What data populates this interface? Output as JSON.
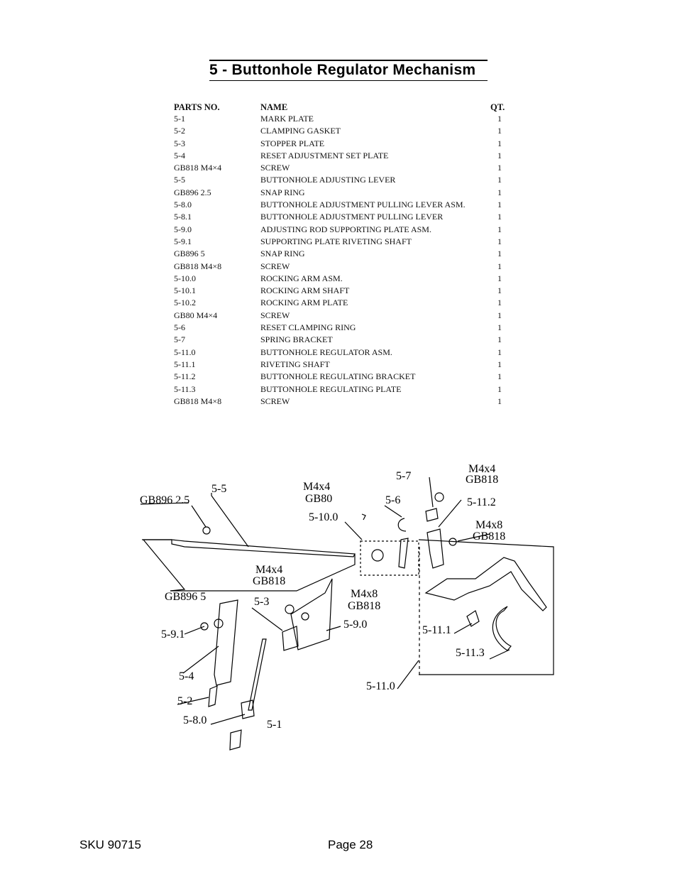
{
  "title": "5 - Buttonhole Regulator Mechanism",
  "table": {
    "headers": {
      "parts_no": "PARTS NO.",
      "name": "NAME",
      "qty": "QT."
    },
    "rows": [
      {
        "part": "5-1",
        "name": "MARK PLATE",
        "qty": "1"
      },
      {
        "part": "5-2",
        "name": "CLAMPING GASKET",
        "qty": "1"
      },
      {
        "part": "5-3",
        "name": "STOPPER PLATE",
        "qty": "1"
      },
      {
        "part": "5-4",
        "name": "RESET ADJUSTMENT SET PLATE",
        "qty": "1"
      },
      {
        "part": "GB818 M4×4",
        "name": "SCREW",
        "qty": "1"
      },
      {
        "part": "5-5",
        "name": "BUTTONHOLE ADJUSTING LEVER",
        "qty": "1"
      },
      {
        "part": "GB896  2.5",
        "name": "SNAP RING",
        "qty": "1"
      },
      {
        "part": "5-8.0",
        "name": "BUTTONHOLE ADJUSTMENT PULLING LEVER ASM.",
        "qty": "1"
      },
      {
        "part": "5-8.1",
        "name": "BUTTONHOLE ADJUSTMENT PULLING LEVER",
        "qty": "1"
      },
      {
        "part": "5-9.0",
        "name": "ADJUSTING ROD SUPPORTING PLATE ASM.",
        "qty": "1"
      },
      {
        "part": "5-9.1",
        "name": "SUPPORTING PLATE RIVETING SHAFT",
        "qty": "1"
      },
      {
        "part": "GB896  5",
        "name": "SNAP RING",
        "qty": "1"
      },
      {
        "part": "GB818 M4×8",
        "name": "SCREW",
        "qty": "1"
      },
      {
        "part": "5-10.0",
        "name": "ROCKING  ARM ASM.",
        "qty": "1"
      },
      {
        "part": "5-10.1",
        "name": "ROCKING ARM   SHAFT",
        "qty": "1"
      },
      {
        "part": "5-10.2",
        "name": "ROCKING ARM PLATE",
        "qty": "1"
      },
      {
        "part": "GB80 M4×4",
        "name": "SCREW",
        "qty": "1"
      },
      {
        "part": "5-6",
        "name": "RESET CLAMPING RING",
        "qty": "1"
      },
      {
        "part": "5-7",
        "name": "SPRING BRACKET",
        "qty": "1"
      },
      {
        "part": "5-11.0",
        "name": "BUTTONHOLE REGULATOR ASM.",
        "qty": "1"
      },
      {
        "part": "5-11.1",
        "name": "RIVETING SHAFT",
        "qty": "1"
      },
      {
        "part": "5-11.2",
        "name": "BUTTONHOLE REGULATING BRACKET",
        "qty": "1"
      },
      {
        "part": "5-11.3",
        "name": "BUTTONHOLE REGULATING PLATE",
        "qty": "1"
      },
      {
        "part": "GB818 M4×8",
        "name": "SCREW",
        "qty": "1"
      }
    ]
  },
  "diagram_labels": {
    "gb896_25": "GB896 2.5",
    "p5_5": "5-5",
    "m4x4_a": "M4x4",
    "gb80": "GB80",
    "p5_10_0": "5-10.0",
    "p5_7": "5-7",
    "p5_6": "5-6",
    "m4x4_b": "M4x4",
    "gb818_a": "GB818",
    "p5_11_2": "5-11.2",
    "m4x8_a": "M4x8",
    "gb818_b": "GB818",
    "m4x4_c": "M4x4",
    "gb818_c": "GB818",
    "gb896_5": "GB896 5",
    "p5_3": "5-3",
    "m4x8_b": "M4x8",
    "gb818_d": "GB818",
    "p5_9_1": "5-9.1",
    "p5_9_0": "5-9.0",
    "p5_11_1": "5-11.1",
    "p5_11_3": "5-11.3",
    "p5_4": "5-4",
    "p5_11_0": "5-11.0",
    "p5_2": "5-2",
    "p5_8_0": "5-8.0",
    "p5_1": "5-1"
  },
  "footer": {
    "sku": "SKU 90715",
    "page": "Page 28"
  }
}
